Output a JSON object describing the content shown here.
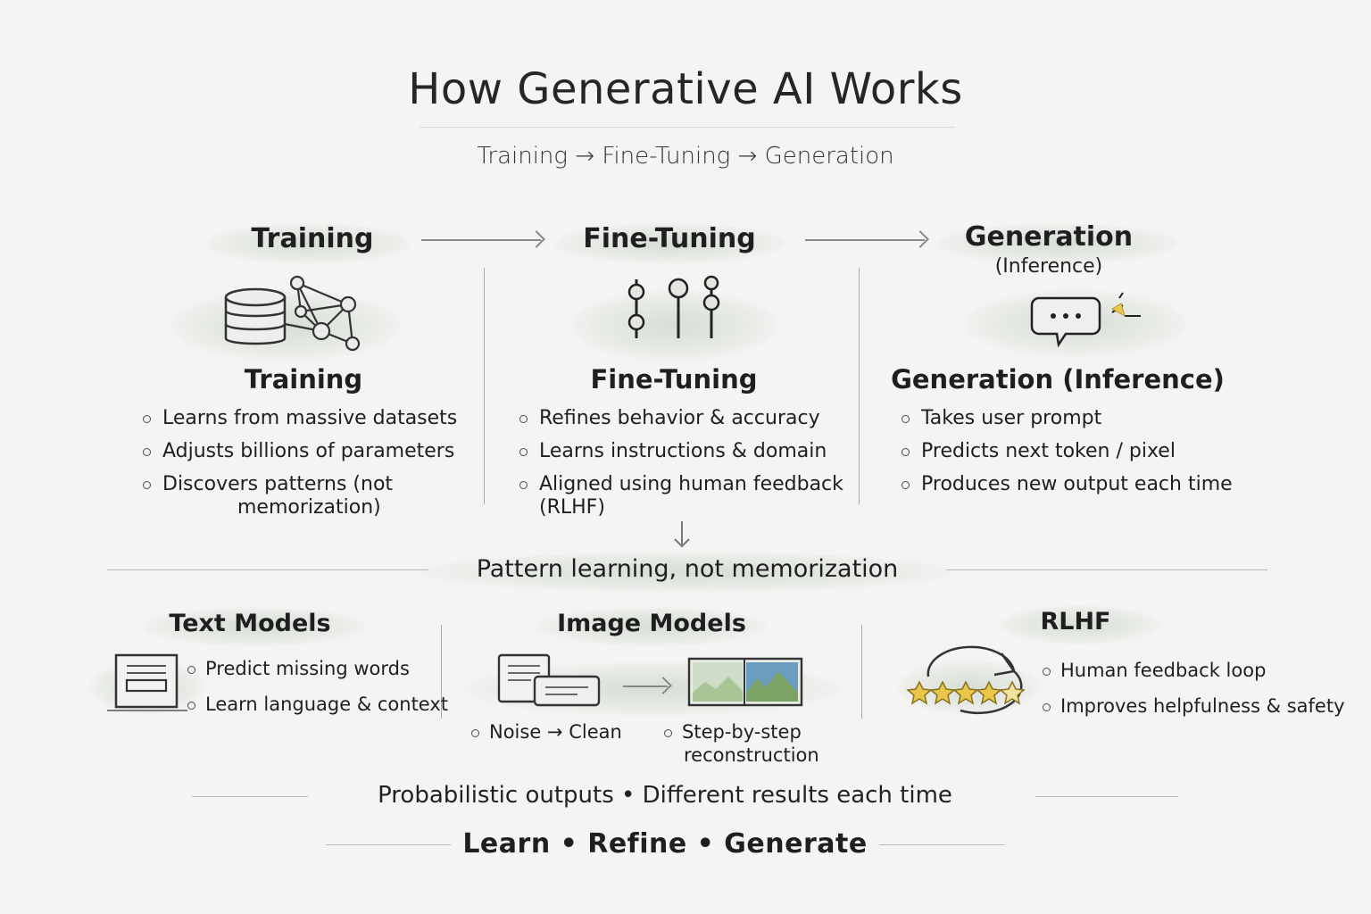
{
  "title": "How Generative AI Works",
  "subtitle": "Training → Fine-Tuning → Generation",
  "stages": [
    {
      "header": "Training",
      "header_sub": "",
      "icon": "database-network-icon",
      "section_title": "Training",
      "bullets": [
        "Learns from massive datasets",
        "Adjusts billions of parameters",
        "Discovers patterns (not"
      ],
      "bullet_cont": "memorization)"
    },
    {
      "header": "Fine-Tuning",
      "header_sub": "",
      "icon": "sliders-icon",
      "section_title": "Fine-Tuning",
      "bullets": [
        "Refines behavior & accuracy",
        "Learns instructions & domain",
        "Aligned using human feedback"
      ],
      "bullet_cont": "(RLHF)"
    },
    {
      "header": "Generation",
      "header_sub": "(Inference)",
      "icon": "chat-bubble-icon",
      "section_title": "Generation (Inference)",
      "bullets": [
        "Takes user prompt",
        "Predicts next token / pixel",
        "Produces new output each time"
      ],
      "bullet_cont": ""
    }
  ],
  "pattern_note": "Pattern learning, not memorization",
  "models": {
    "text": {
      "title": "Text Models",
      "icon": "document-icon",
      "bullets": [
        "Predict missing words",
        "Learn language & context"
      ]
    },
    "image": {
      "title": "Image Models",
      "icons": [
        "text-cards-icon",
        "landscape-image-icon"
      ],
      "bullets": [
        "Noise → Clean",
        "Step-by-step"
      ],
      "bullet_cont": "reconstruction"
    },
    "rlhf": {
      "title": "RLHF",
      "icon": "star-rating-loop-icon",
      "bullets": [
        "Human feedback loop",
        "Improves helpfulness & safety"
      ]
    }
  },
  "footer": {
    "line1": "Probabilistic outputs • Different results each time",
    "line2": "Learn • Refine • Generate"
  },
  "colors": {
    "background": "#f4f4f2",
    "ink": "#222222",
    "wash": "#c8d2c8",
    "accent_yellow": "#e8c74a",
    "image_sky": "#6b9dc0",
    "image_green": "#7aa365"
  }
}
